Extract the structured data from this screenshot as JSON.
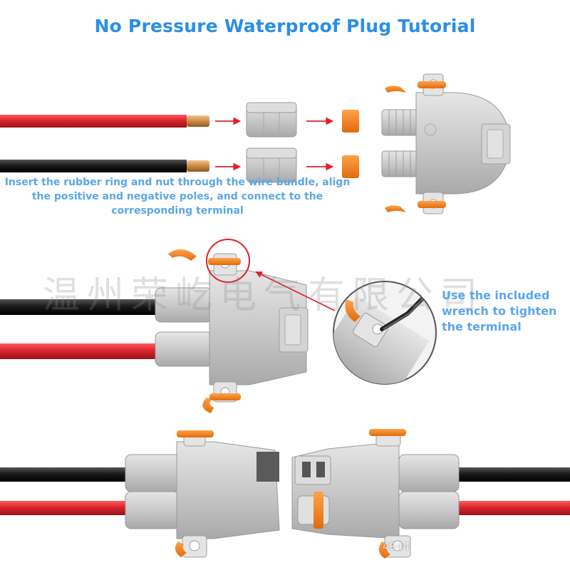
{
  "header": {
    "title": "No Pressure Waterproof Plug Tutorial"
  },
  "step1": {
    "caption": "Insert the rubber ring and nut through the wire bundle, align the positive and negative poles, and connect to the corresponding terminal"
  },
  "step2": {
    "caption": "Use the included wrench to tighten the terminal"
  },
  "watermark": {
    "text": "温州荣屹电气有限公司",
    "number": "4944"
  },
  "colors": {
    "title": "#2a8fe6",
    "caption": "#5ba7e8",
    "wire_red": "#d9252e",
    "wire_black": "#1a1a1a",
    "housing_gray": "#c9c9c9",
    "seal_orange": "#f07e1a",
    "arrow_red": "#e0202a"
  }
}
